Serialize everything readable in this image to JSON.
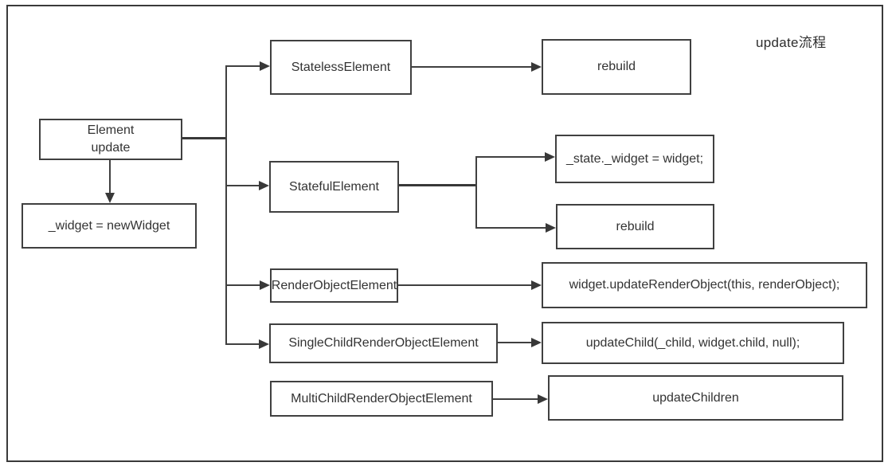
{
  "title": "update流程",
  "nodes": {
    "element_update": "Element\nupdate",
    "widget_assign": "_widget = newWidget",
    "stateless": "StatelessElement",
    "stateful": "StatefulElement",
    "render_object": "RenderObjectElement",
    "single_child": "SingleChildRenderObjectElement",
    "multi_child": "MultiChildRenderObjectElement",
    "rebuild_stateless": "rebuild",
    "state_widget_assign": "_state._widget = widget;",
    "rebuild_stateful": "rebuild",
    "update_render_object": "widget.updateRenderObject(this, renderObject);",
    "update_child": "updateChild(_child, widget.child, null);",
    "update_children": "updateChildren"
  },
  "colors": {
    "line": "#404040",
    "box_border": "#404040",
    "box_fill": "#ffffff",
    "text": "#333333",
    "background": "#ffffff"
  }
}
